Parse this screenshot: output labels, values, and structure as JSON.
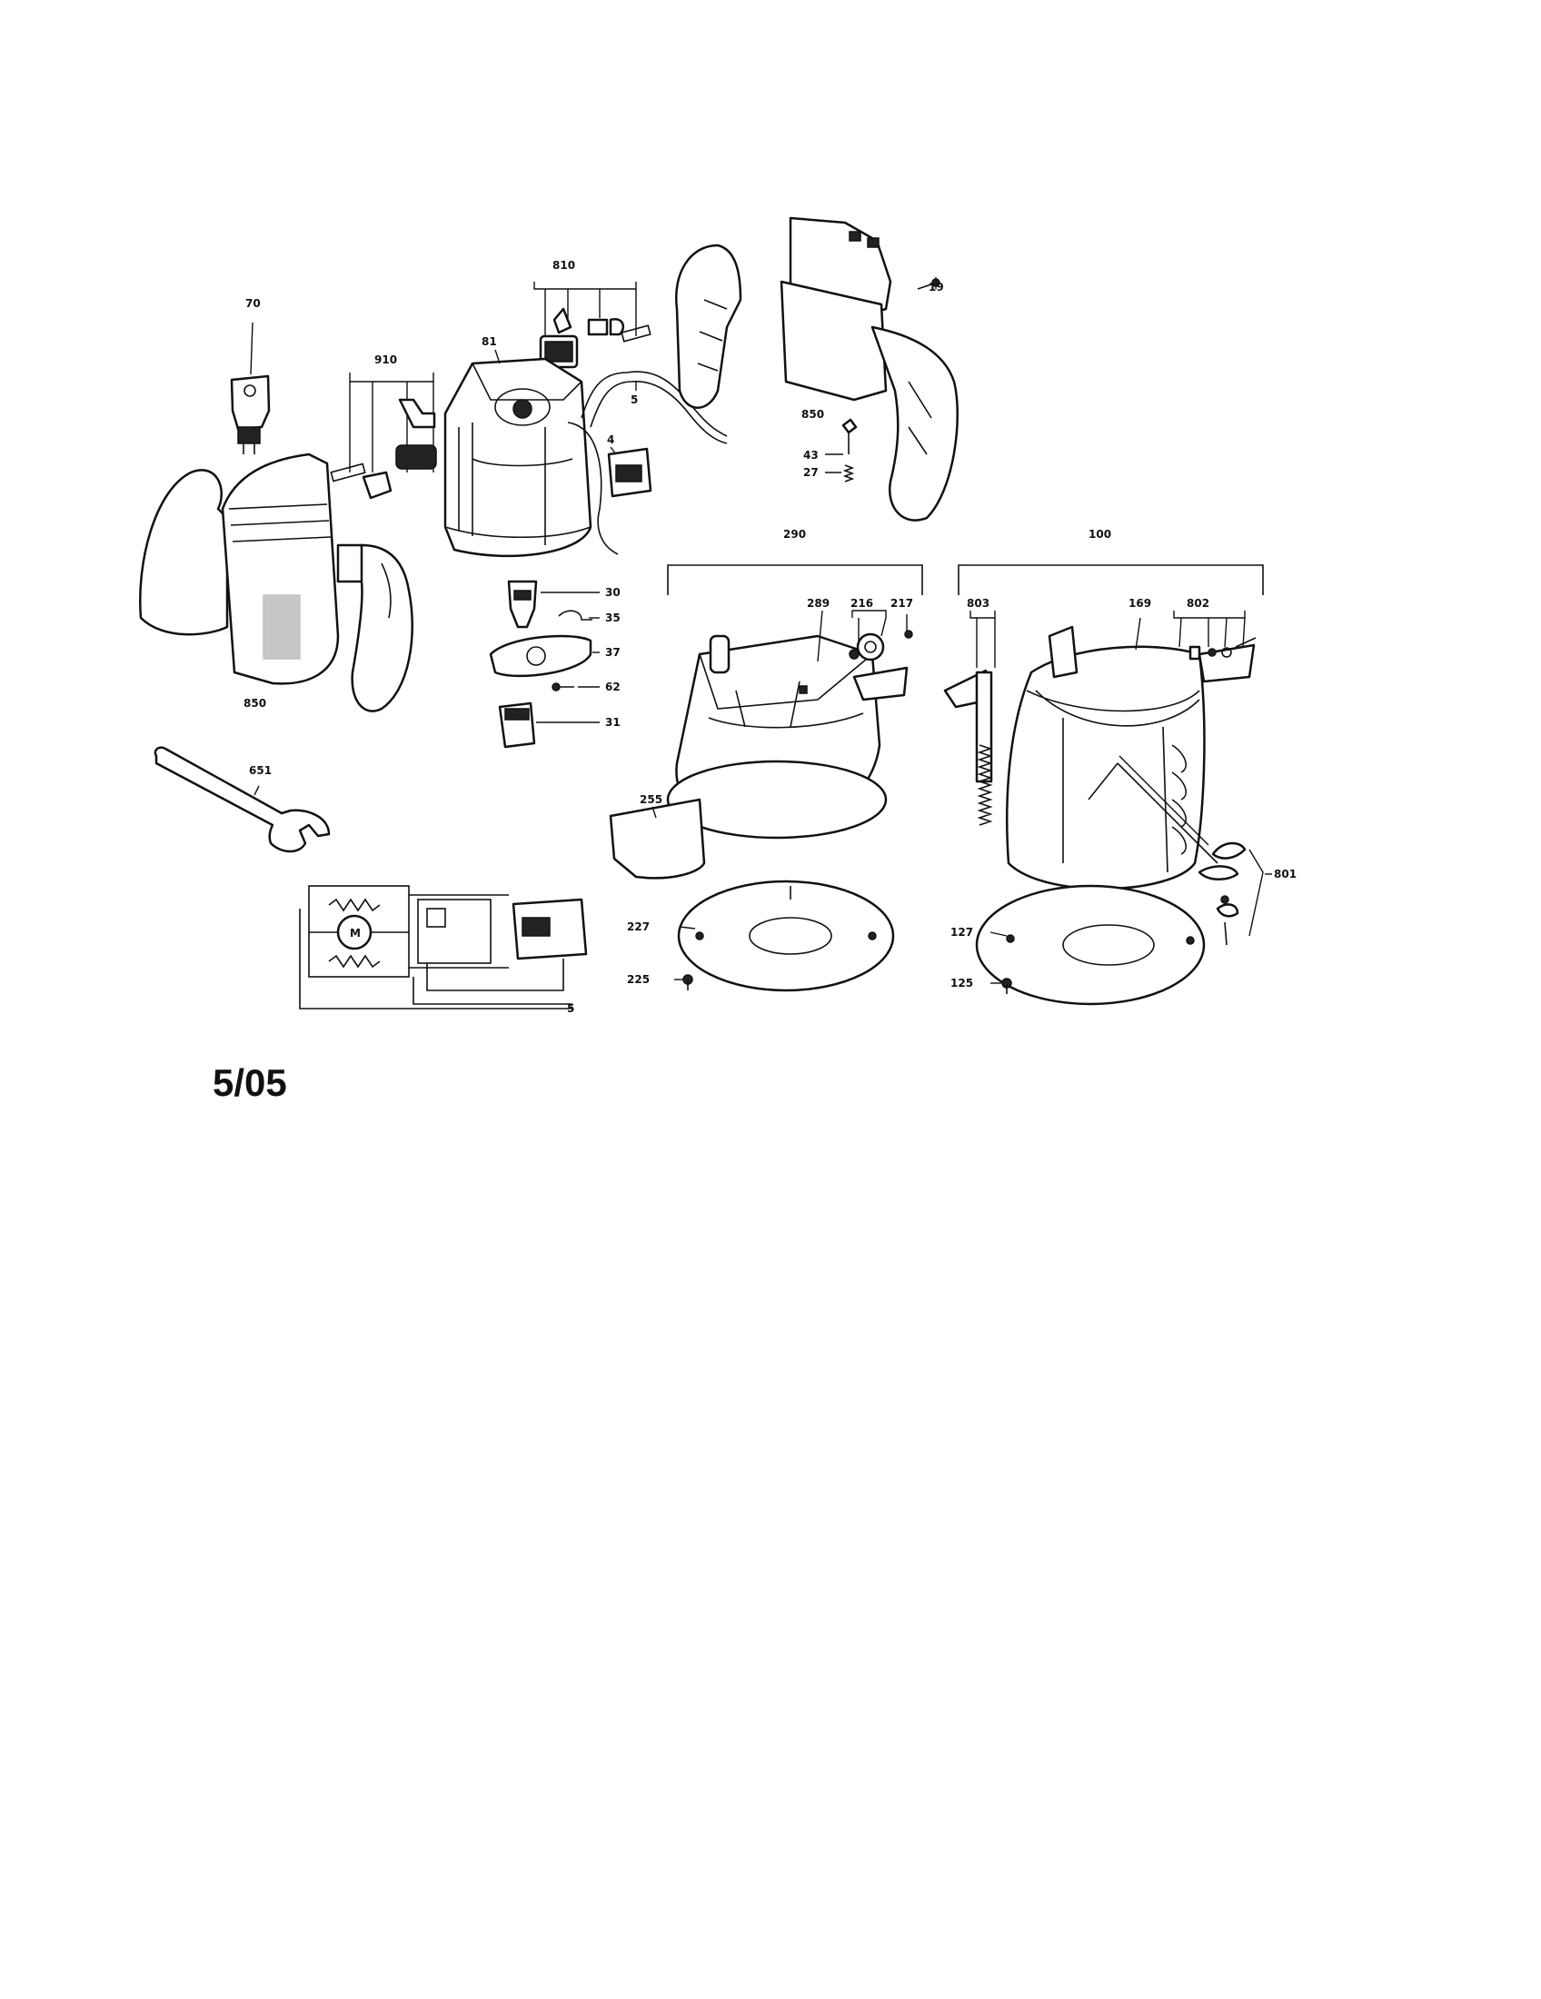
{
  "date_label": "5/05",
  "labels": {
    "p70": "70",
    "p910": "910",
    "p810": "810",
    "p81": "81",
    "p5": "5",
    "p4": "4",
    "p19": "19",
    "p850_top": "850",
    "p43": "43",
    "p27": "27",
    "p30": "30",
    "p35": "35",
    "p37": "37",
    "p62": "62",
    "p31": "31",
    "p850_left": "850",
    "p651": "651",
    "p290": "290",
    "p289": "289",
    "p216": "216",
    "p217": "217",
    "p255": "255",
    "p227": "227",
    "p225": "225",
    "p100": "100",
    "p803": "803",
    "p169": "169",
    "p802": "802",
    "p801": "801",
    "p127": "127",
    "p125": "125",
    "wire_5": "5",
    "motor_m": "M"
  }
}
